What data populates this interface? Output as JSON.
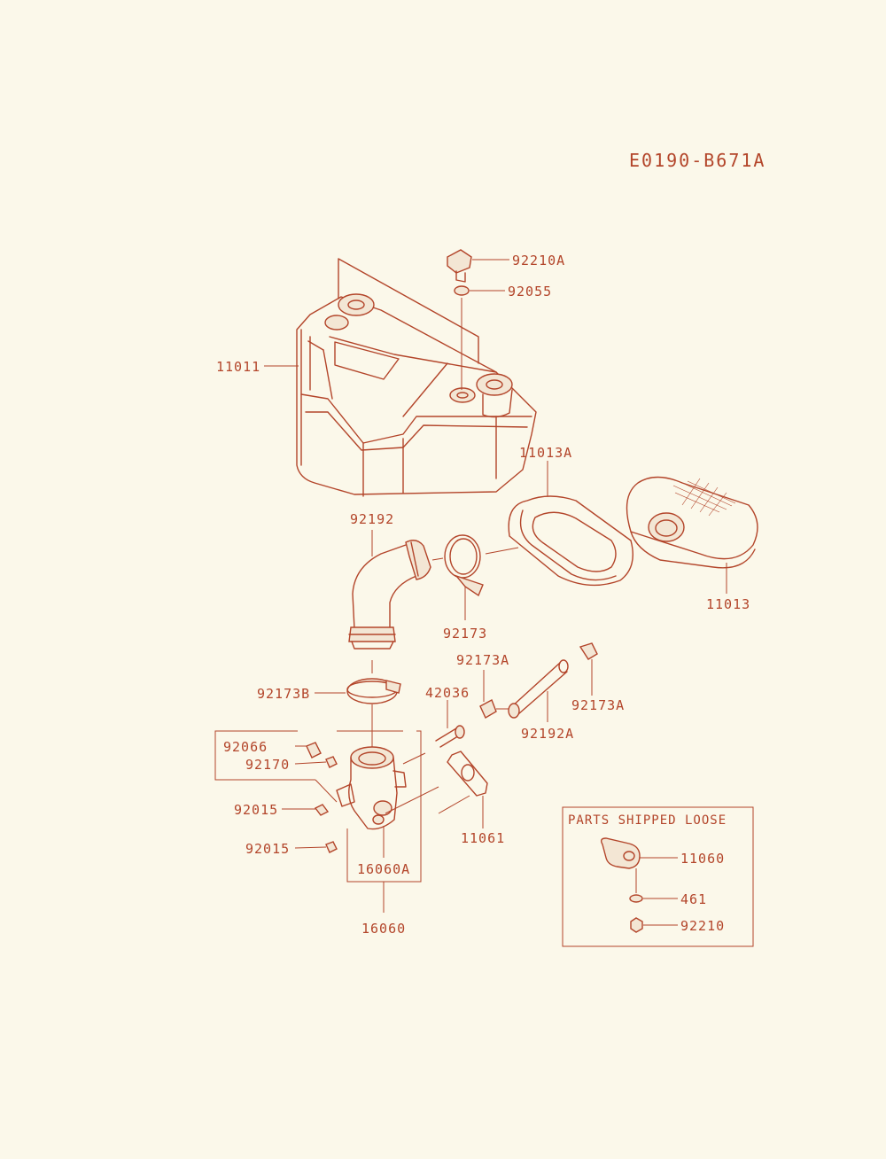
{
  "diagram_code": "E0190-B671A",
  "colors": {
    "line": "#b3452a",
    "paper": "#fbf8ea"
  },
  "parts_box": {
    "title": "PARTS SHIPPED LOOSE",
    "labels": [
      "11060",
      "461",
      "92210"
    ]
  },
  "labels": {
    "p92210A": "92210A",
    "p92055": "92055",
    "p11011": "11011",
    "p11013A": "11013A",
    "p92192": "92192",
    "p11013": "11013",
    "p92173": "92173",
    "p92173A_left": "92173A",
    "p42036": "42036",
    "p92173B": "92173B",
    "p92173A_right": "92173A",
    "p92192A": "92192A",
    "p92066": "92066",
    "p92170": "92170",
    "p92015_top": "92015",
    "p92015_bottom": "92015",
    "p11061": "11061",
    "p16060A": "16060A",
    "p16060": "16060"
  }
}
